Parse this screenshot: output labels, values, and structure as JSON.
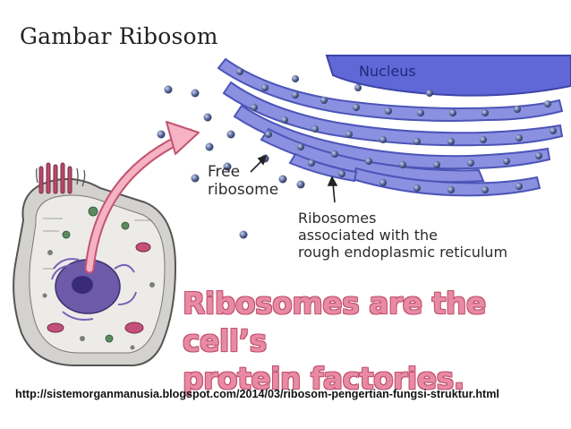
{
  "slide": {
    "title": "Gambar Ribosom",
    "source_url": "http://sistemorganmanusia.blogspot.com/2014/03/ribosom-pengertian-fungsi-struktur.html"
  },
  "diagram": {
    "nucleus_label": "Nucleus",
    "free_ribosome_label": [
      "Free",
      "ribosome"
    ],
    "rer_ribosomes_label": [
      "Ribosomes",
      "associated with the",
      "rough endoplasmic reticulum"
    ],
    "headline": [
      "Ribosomes are the cell’s",
      "protein factories."
    ],
    "colors": {
      "membrane": "#8b90e0",
      "ribosome": "#5a6a9a",
      "arrow": "#f6b3c2",
      "headline": "#e88aa3"
    }
  }
}
